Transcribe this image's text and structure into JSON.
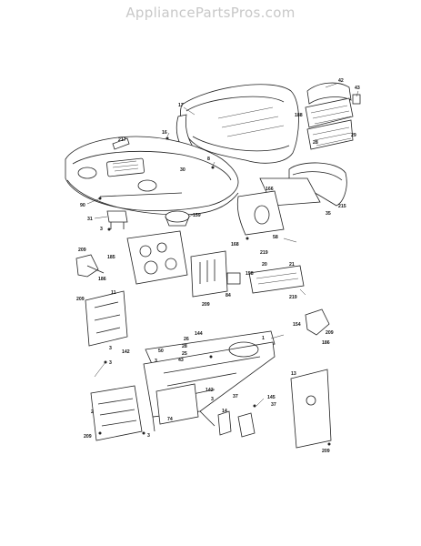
{
  "watermark": "AppliancePartsPros.com",
  "callouts": {
    "c17": "17",
    "c42": "42",
    "c43": "43",
    "c188": "188",
    "c28": "28",
    "c29": "29",
    "c217": "217",
    "c16": "16",
    "c30": "30",
    "c8": "8",
    "c90": "90",
    "c31": "31",
    "c3a": "3",
    "c159": "159",
    "c166a": "166",
    "c215": "215",
    "c35": "35",
    "c168": "168",
    "c58": "58",
    "c209a": "209",
    "c185": "185",
    "c186a": "186",
    "c219a": "219",
    "c20": "20",
    "c21": "21",
    "c158": "158",
    "c84": "84",
    "c209b": "209",
    "c219b": "219",
    "c209c": "209",
    "c11": "11",
    "c154": "154",
    "c209d": "209",
    "c186b": "186",
    "c26": "26",
    "c144": "144",
    "c28b": "28",
    "c25": "25",
    "c1": "1",
    "c3b": "3",
    "c142a": "142",
    "c3c": "3",
    "c50": "50",
    "c43b": "43",
    "c3d": "3",
    "c142b": "142",
    "c3e": "3",
    "c37a": "37",
    "c145": "145",
    "c37b": "37",
    "c13": "13",
    "c2": "2",
    "c74": "74",
    "c3f": "3",
    "c209e": "209",
    "c14": "14",
    "c209f": "209"
  }
}
